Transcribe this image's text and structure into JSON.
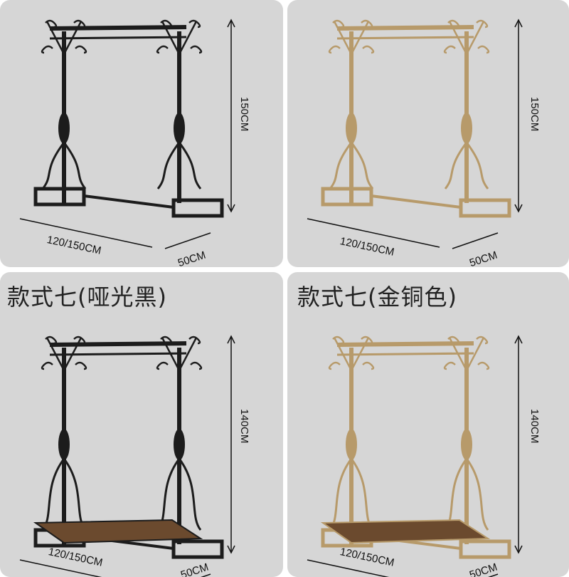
{
  "colors": {
    "panel_bg": "#d6d6d6",
    "matte_black": "#1c1c1c",
    "bronze_gold": "#b79a6a",
    "wood_shelf": "#6b4a2e"
  },
  "panels": [
    {
      "title": "",
      "height_label": "150CM",
      "width_label": "120/150CM",
      "depth_label": "50CM",
      "finish": "matte-black",
      "has_shelf": false
    },
    {
      "title": "",
      "height_label": "150CM",
      "width_label": "120/150CM",
      "depth_label": "50CM",
      "finish": "bronze-gold",
      "has_shelf": false
    },
    {
      "title": "款式七(哑光黑)",
      "height_label": "140CM",
      "width_label": "120/150CM",
      "depth_label": "50CM",
      "finish": "matte-black",
      "has_shelf": true
    },
    {
      "title": "款式七(金铜色)",
      "height_label": "140CM",
      "width_label": "120/150CM",
      "depth_label": "50CM",
      "finish": "bronze-gold",
      "has_shelf": true
    }
  ]
}
